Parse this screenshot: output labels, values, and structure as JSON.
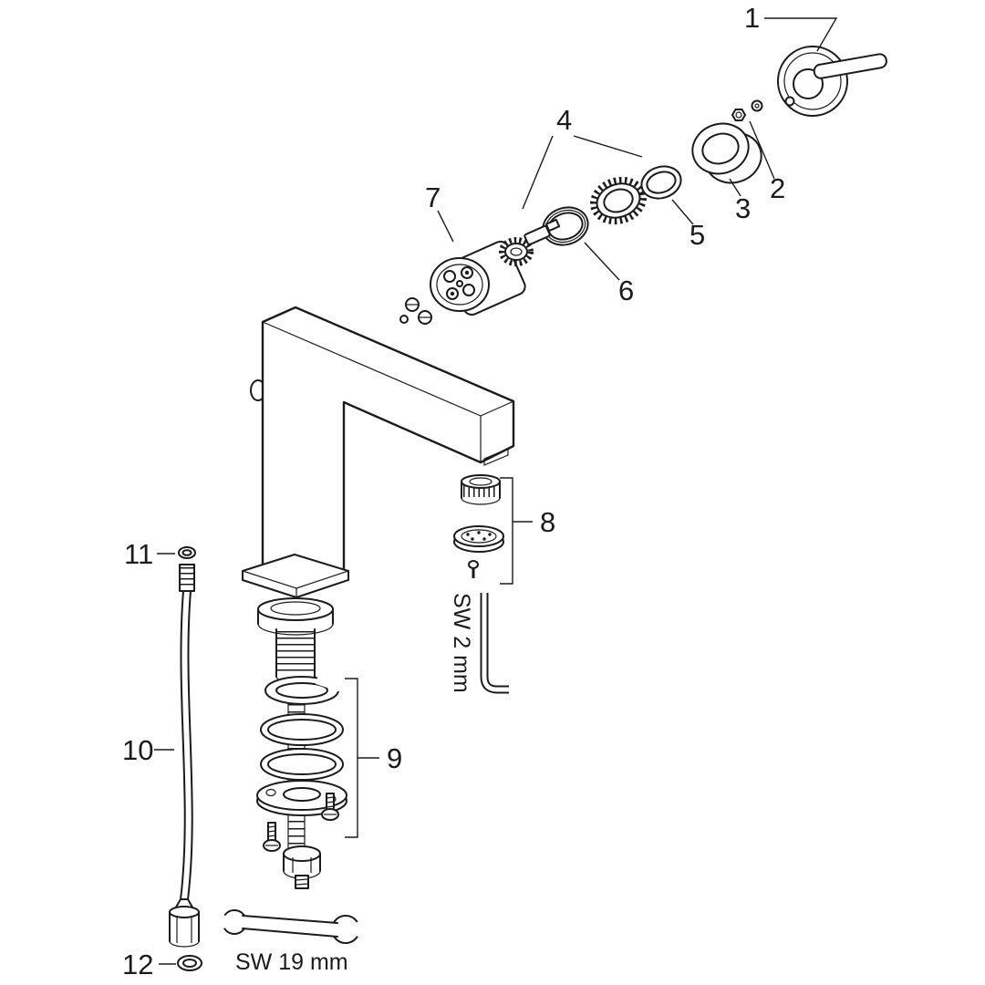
{
  "diagram": {
    "kind": "exploded-parts-diagram",
    "background": "#ffffff",
    "line_color": "#1b1b1b",
    "callouts": {
      "c1": "1",
      "c2": "2",
      "c3": "3",
      "c4": "4",
      "c5": "5",
      "c6": "6",
      "c7": "7",
      "c8": "8",
      "c9": "9",
      "c10": "10",
      "c11": "11",
      "c12": "12"
    },
    "annotations": {
      "allen_key_size": "SW 2 mm",
      "wrench_size": "SW 19 mm"
    }
  }
}
